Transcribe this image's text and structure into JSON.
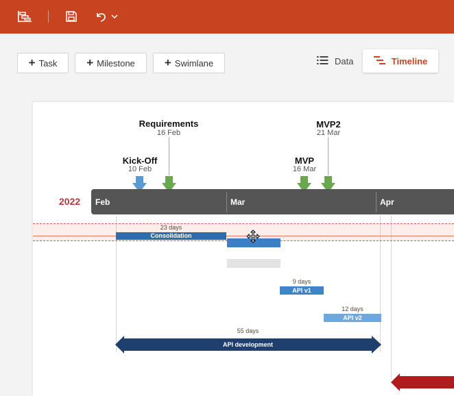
{
  "toolbar": {
    "buttons": [
      {
        "label": "Task"
      },
      {
        "label": "Milestone"
      },
      {
        "label": "Swimlane"
      }
    ],
    "views": {
      "data_label": "Data",
      "timeline_label": "Timeline"
    }
  },
  "timeline": {
    "year": "2022",
    "months": [
      "Feb",
      "Mar",
      "Apr"
    ],
    "milestones": [
      {
        "title": "Requirements",
        "date": "16 Feb",
        "color": "#6aa84f"
      },
      {
        "title": "Kick-Off",
        "date": "10 Feb",
        "color": "#5b9bd5"
      },
      {
        "title": "MVP2",
        "date": "21 Mar",
        "color": "#6aa84f"
      },
      {
        "title": "MVP",
        "date": "16 Mar",
        "color": "#6aa84f"
      }
    ],
    "tasks": [
      {
        "name": "Consolidation",
        "duration": "23 days",
        "color": "#2e6daa"
      },
      {
        "name": "API v1",
        "duration": "9 days",
        "color": "#3d85c6"
      },
      {
        "name": "API v2",
        "duration": "12 days",
        "color": "#6fa8dc"
      },
      {
        "name": "API development",
        "duration": "55 days",
        "color": "#1f3f6e"
      }
    ]
  },
  "colors": {
    "accent": "#c8431f",
    "year": "#b8393c",
    "scale": "#555555",
    "highlight": "#e8a090"
  }
}
